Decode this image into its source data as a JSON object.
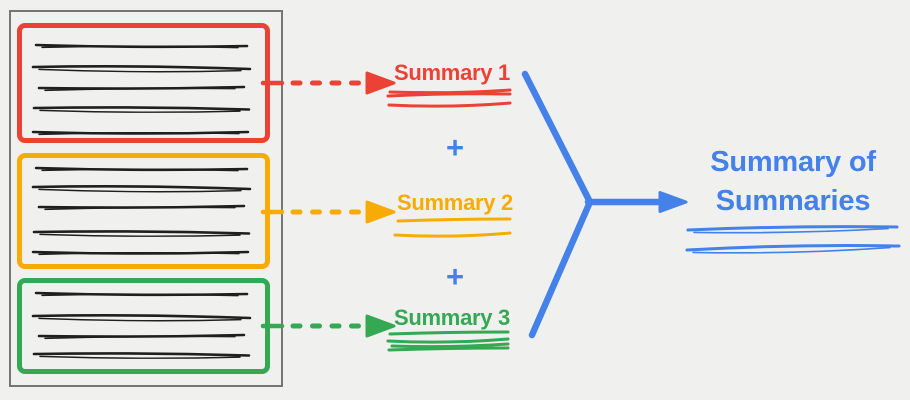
{
  "colors": {
    "red": "#EA4335",
    "orange": "#F9AB05",
    "green": "#34A853",
    "blue": "#4481E8",
    "ink": "#1F1F1F",
    "bg": "#F0F0EE",
    "outline_gray": "#757575"
  },
  "document": {
    "chunks": [
      {
        "color_key": "red",
        "text_line_count": 5
      },
      {
        "color_key": "orange",
        "text_line_count": 5
      },
      {
        "color_key": "green",
        "text_line_count": 4
      }
    ]
  },
  "summaries": [
    {
      "label": "Summary 1",
      "color_key": "red",
      "underline_stroke_count": 3
    },
    {
      "label": "Summary 2",
      "color_key": "orange",
      "underline_stroke_count": 2
    },
    {
      "label": "Summary 3",
      "color_key": "green",
      "underline_stroke_count": 4
    }
  ],
  "operators": {
    "plus": "+"
  },
  "final_summary": {
    "line1": "Summary of",
    "line2": "Summaries",
    "color_key": "blue",
    "underline_stroke_count": 2
  },
  "icons": {
    "dashed_arrow": "dashed-arrow-icon",
    "merge_arrow": "merge-arrow-icon"
  }
}
